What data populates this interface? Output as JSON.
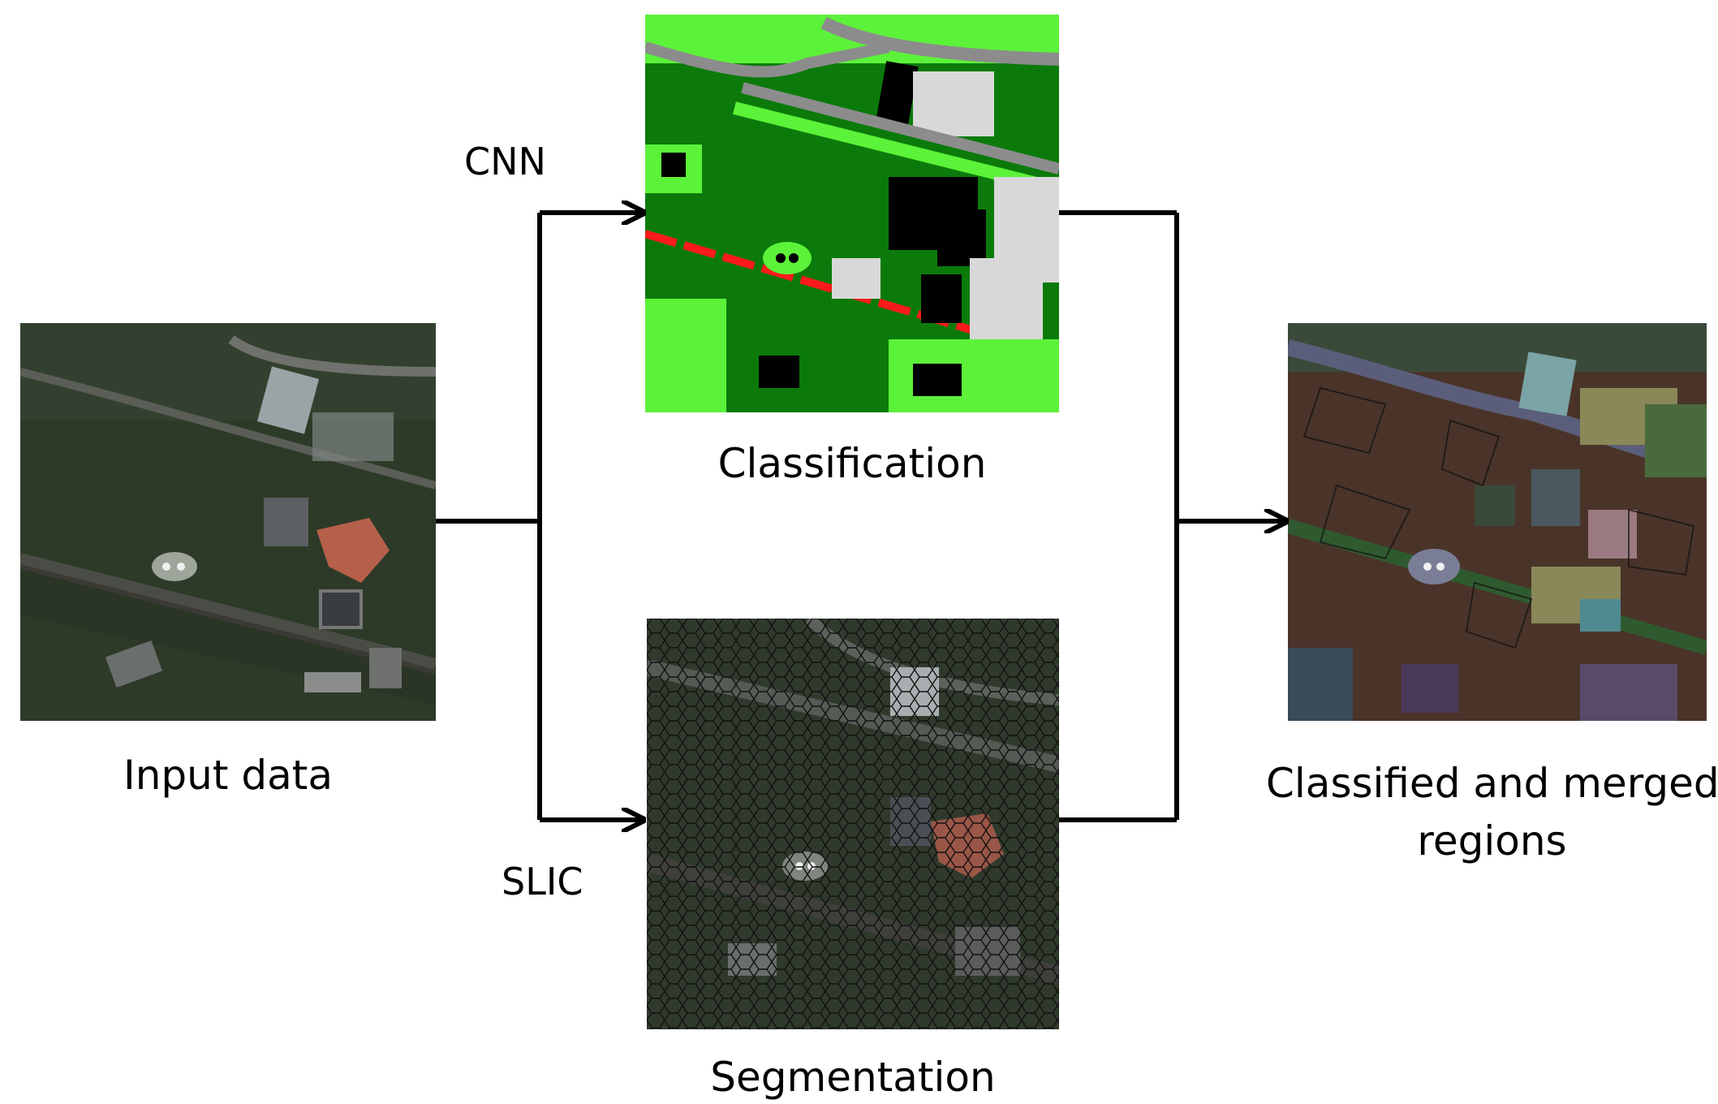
{
  "panels": {
    "input": {
      "caption": "Input data"
    },
    "classification": {
      "caption": "Classification",
      "edge_label": "CNN"
    },
    "segmentation": {
      "caption": "Segmentation",
      "edge_label": "SLIC"
    },
    "output": {
      "caption_line1": "Classified and merged",
      "caption_line2": "regions"
    }
  },
  "colors": {
    "forest": "#0b7a0b",
    "low_vegetation": "#5cf23a",
    "building": "#000000",
    "road": "#8c8c8c",
    "impervious": "#d8d8d8",
    "rail": "#ff1a1a"
  }
}
